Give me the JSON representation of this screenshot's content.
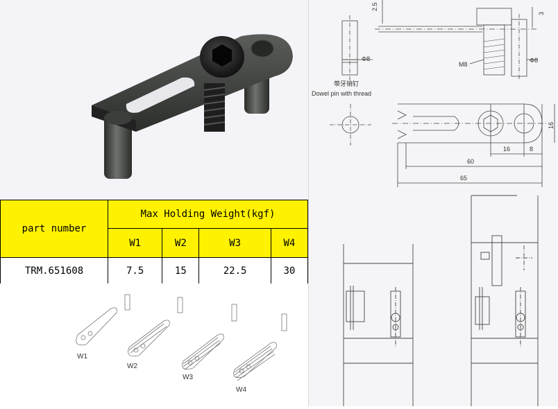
{
  "table": {
    "part_number_header": "part number",
    "max_weight_header": "Max Holding Weight(kgf)",
    "columns": [
      "W1",
      "W2",
      "W3",
      "W4"
    ],
    "rows": [
      {
        "part": "TRM.651608",
        "values": [
          "7.5",
          "15",
          "22.5",
          "30"
        ]
      }
    ]
  },
  "drawing": {
    "dim_2_5": "2.5",
    "dim_3": "3",
    "phi8_left": "Φ8",
    "m8": "M8",
    "phi8_right": "Φ8",
    "caption_cn": "带牙销钉",
    "caption_en": "Dowel pin with thread",
    "dim_16_height": "16",
    "dim_16": "16",
    "dim_8": "8",
    "dim_60": "60",
    "dim_65": "65"
  },
  "sketch": {
    "labels": [
      "W1",
      "W2",
      "W3",
      "W4"
    ]
  },
  "colors": {
    "header_yellow": "#fff200",
    "part_metal": "#3a3c3a"
  }
}
